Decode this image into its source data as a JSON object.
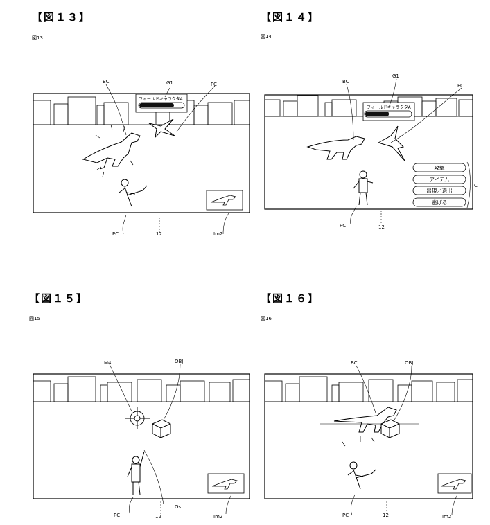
{
  "figures": [
    {
      "heading": "【図１３】",
      "label": "図13",
      "refs": {
        "bc": "BC",
        "g1": "G1",
        "fc": "FC",
        "pc": "PC",
        "screen": "12",
        "im2": "Im2"
      },
      "field_character_name": "フィールドキャラクタA"
    },
    {
      "heading": "【図１４】",
      "label": "図14",
      "refs": {
        "bc": "BC",
        "g1": "G1",
        "fc": "FC",
        "pc": "PC",
        "screen": "12",
        "c": "C"
      },
      "field_character_name": "フィールドキャラクタA",
      "menu": [
        "攻撃",
        "アイテム",
        "出現／退出",
        "逃げる"
      ]
    },
    {
      "heading": "【図１５】",
      "label": "図15",
      "refs": {
        "m4": "M4",
        "obj": "OBJ",
        "pc": "PC",
        "screen": "12",
        "gs": "Gs",
        "im2": "Im2"
      }
    },
    {
      "heading": "【図１６】",
      "label": "図16",
      "refs": {
        "bc": "BC",
        "obj": "OBJ",
        "pc": "PC",
        "screen": "12",
        "im2": "Im2"
      }
    }
  ],
  "colors": {
    "ink": "#000000",
    "paper": "#ffffff",
    "gauge_fill": "#111111"
  }
}
